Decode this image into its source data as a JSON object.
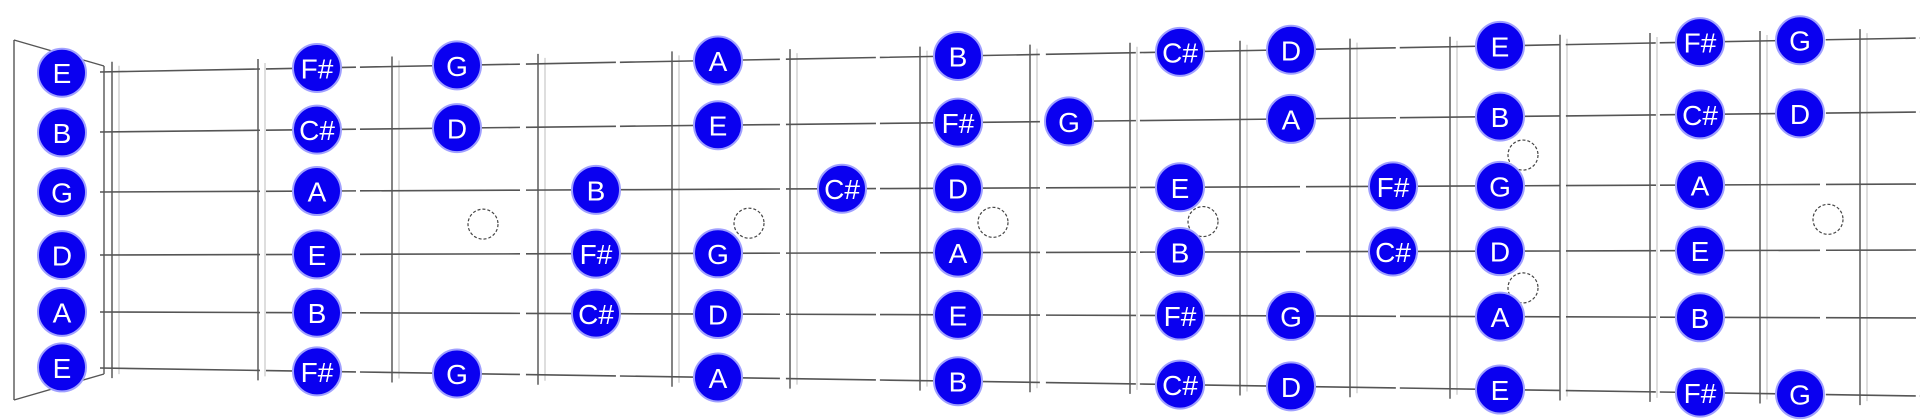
{
  "fretboard": {
    "fret_count": 16,
    "fret_markers": [
      3,
      5,
      7,
      9,
      12,
      15
    ],
    "double_marker_frets": [
      12
    ],
    "colors": {
      "note_fill": "#0a00f0",
      "note_border": "#a0a0ff",
      "note_text": "#ffffff",
      "lines": "#555555",
      "background": "#ffffff"
    },
    "strings": [
      {
        "open": "E",
        "notes": [
          {
            "fret": 0,
            "label": "E"
          },
          {
            "fret": 2,
            "label": "F#"
          },
          {
            "fret": 3,
            "label": "G"
          },
          {
            "fret": 5,
            "label": "A"
          },
          {
            "fret": 7,
            "label": "B"
          },
          {
            "fret": 9,
            "label": "C#"
          },
          {
            "fret": 10,
            "label": "D"
          },
          {
            "fret": 12,
            "label": "E"
          },
          {
            "fret": 14,
            "label": "F#"
          },
          {
            "fret": 15,
            "label": "G"
          }
        ]
      },
      {
        "open": "B",
        "notes": [
          {
            "fret": 0,
            "label": "B"
          },
          {
            "fret": 2,
            "label": "C#"
          },
          {
            "fret": 3,
            "label": "D"
          },
          {
            "fret": 5,
            "label": "E"
          },
          {
            "fret": 7,
            "label": "F#"
          },
          {
            "fret": 8,
            "label": "G"
          },
          {
            "fret": 10,
            "label": "A"
          },
          {
            "fret": 12,
            "label": "B"
          },
          {
            "fret": 14,
            "label": "C#"
          },
          {
            "fret": 15,
            "label": "D"
          }
        ]
      },
      {
        "open": "G",
        "notes": [
          {
            "fret": 0,
            "label": "G"
          },
          {
            "fret": 2,
            "label": "A"
          },
          {
            "fret": 4,
            "label": "B"
          },
          {
            "fret": 6,
            "label": "C#"
          },
          {
            "fret": 7,
            "label": "D"
          },
          {
            "fret": 9,
            "label": "E"
          },
          {
            "fret": 11,
            "label": "F#"
          },
          {
            "fret": 12,
            "label": "G"
          },
          {
            "fret": 14,
            "label": "A"
          }
        ]
      },
      {
        "open": "D",
        "notes": [
          {
            "fret": 0,
            "label": "D"
          },
          {
            "fret": 2,
            "label": "E"
          },
          {
            "fret": 4,
            "label": "F#"
          },
          {
            "fret": 5,
            "label": "G"
          },
          {
            "fret": 7,
            "label": "A"
          },
          {
            "fret": 9,
            "label": "B"
          },
          {
            "fret": 11,
            "label": "C#"
          },
          {
            "fret": 12,
            "label": "D"
          },
          {
            "fret": 14,
            "label": "E"
          }
        ]
      },
      {
        "open": "A",
        "notes": [
          {
            "fret": 0,
            "label": "A"
          },
          {
            "fret": 2,
            "label": "B"
          },
          {
            "fret": 4,
            "label": "C#"
          },
          {
            "fret": 5,
            "label": "D"
          },
          {
            "fret": 7,
            "label": "E"
          },
          {
            "fret": 9,
            "label": "F#"
          },
          {
            "fret": 10,
            "label": "G"
          },
          {
            "fret": 12,
            "label": "A"
          },
          {
            "fret": 14,
            "label": "B"
          }
        ]
      },
      {
        "open": "E",
        "notes": [
          {
            "fret": 0,
            "label": "E"
          },
          {
            "fret": 2,
            "label": "F#"
          },
          {
            "fret": 3,
            "label": "G"
          },
          {
            "fret": 5,
            "label": "A"
          },
          {
            "fret": 7,
            "label": "B"
          },
          {
            "fret": 9,
            "label": "C#"
          },
          {
            "fret": 10,
            "label": "D"
          },
          {
            "fret": 12,
            "label": "E"
          },
          {
            "fret": 14,
            "label": "F#"
          },
          {
            "fret": 15,
            "label": "G"
          }
        ]
      }
    ]
  }
}
